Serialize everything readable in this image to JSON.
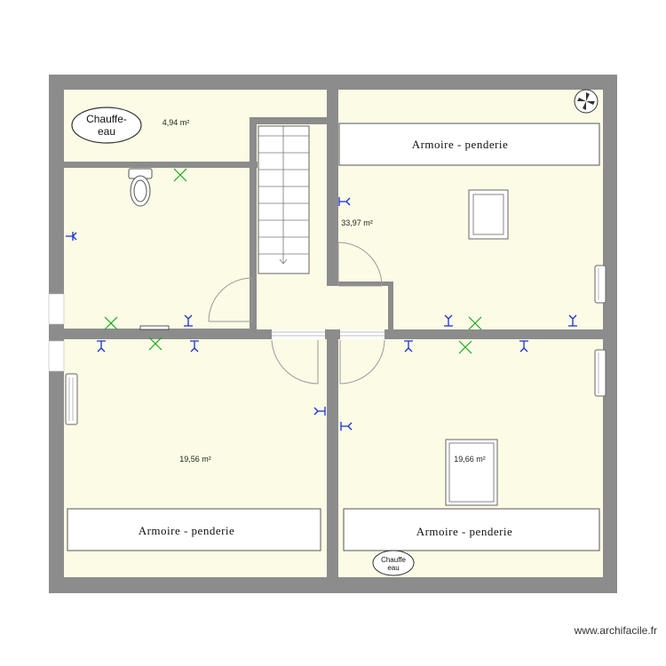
{
  "rooms": {
    "top_left": {
      "area": "4,94 m²"
    },
    "top_right": {
      "area": "33,97 m²"
    },
    "bottom_left": {
      "area": "19,56 m²"
    },
    "bottom_right": {
      "area": "19,66 m²"
    }
  },
  "wardrobes": {
    "top_right": "Armoire - penderie",
    "bottom_left": "Armoire - penderie",
    "bottom_right": "Armoire - penderie"
  },
  "water_heaters": {
    "large": {
      "line1": "Chauffe-",
      "line2": "eau"
    },
    "small": {
      "line1": "Chauffe",
      "line2": "eau"
    }
  },
  "watermark": "www.archifacile.fr",
  "colors": {
    "wall": "#8c8c8c",
    "floor": "#fbfbe6",
    "socket": "#1a2fd6",
    "light": "#19a819"
  }
}
